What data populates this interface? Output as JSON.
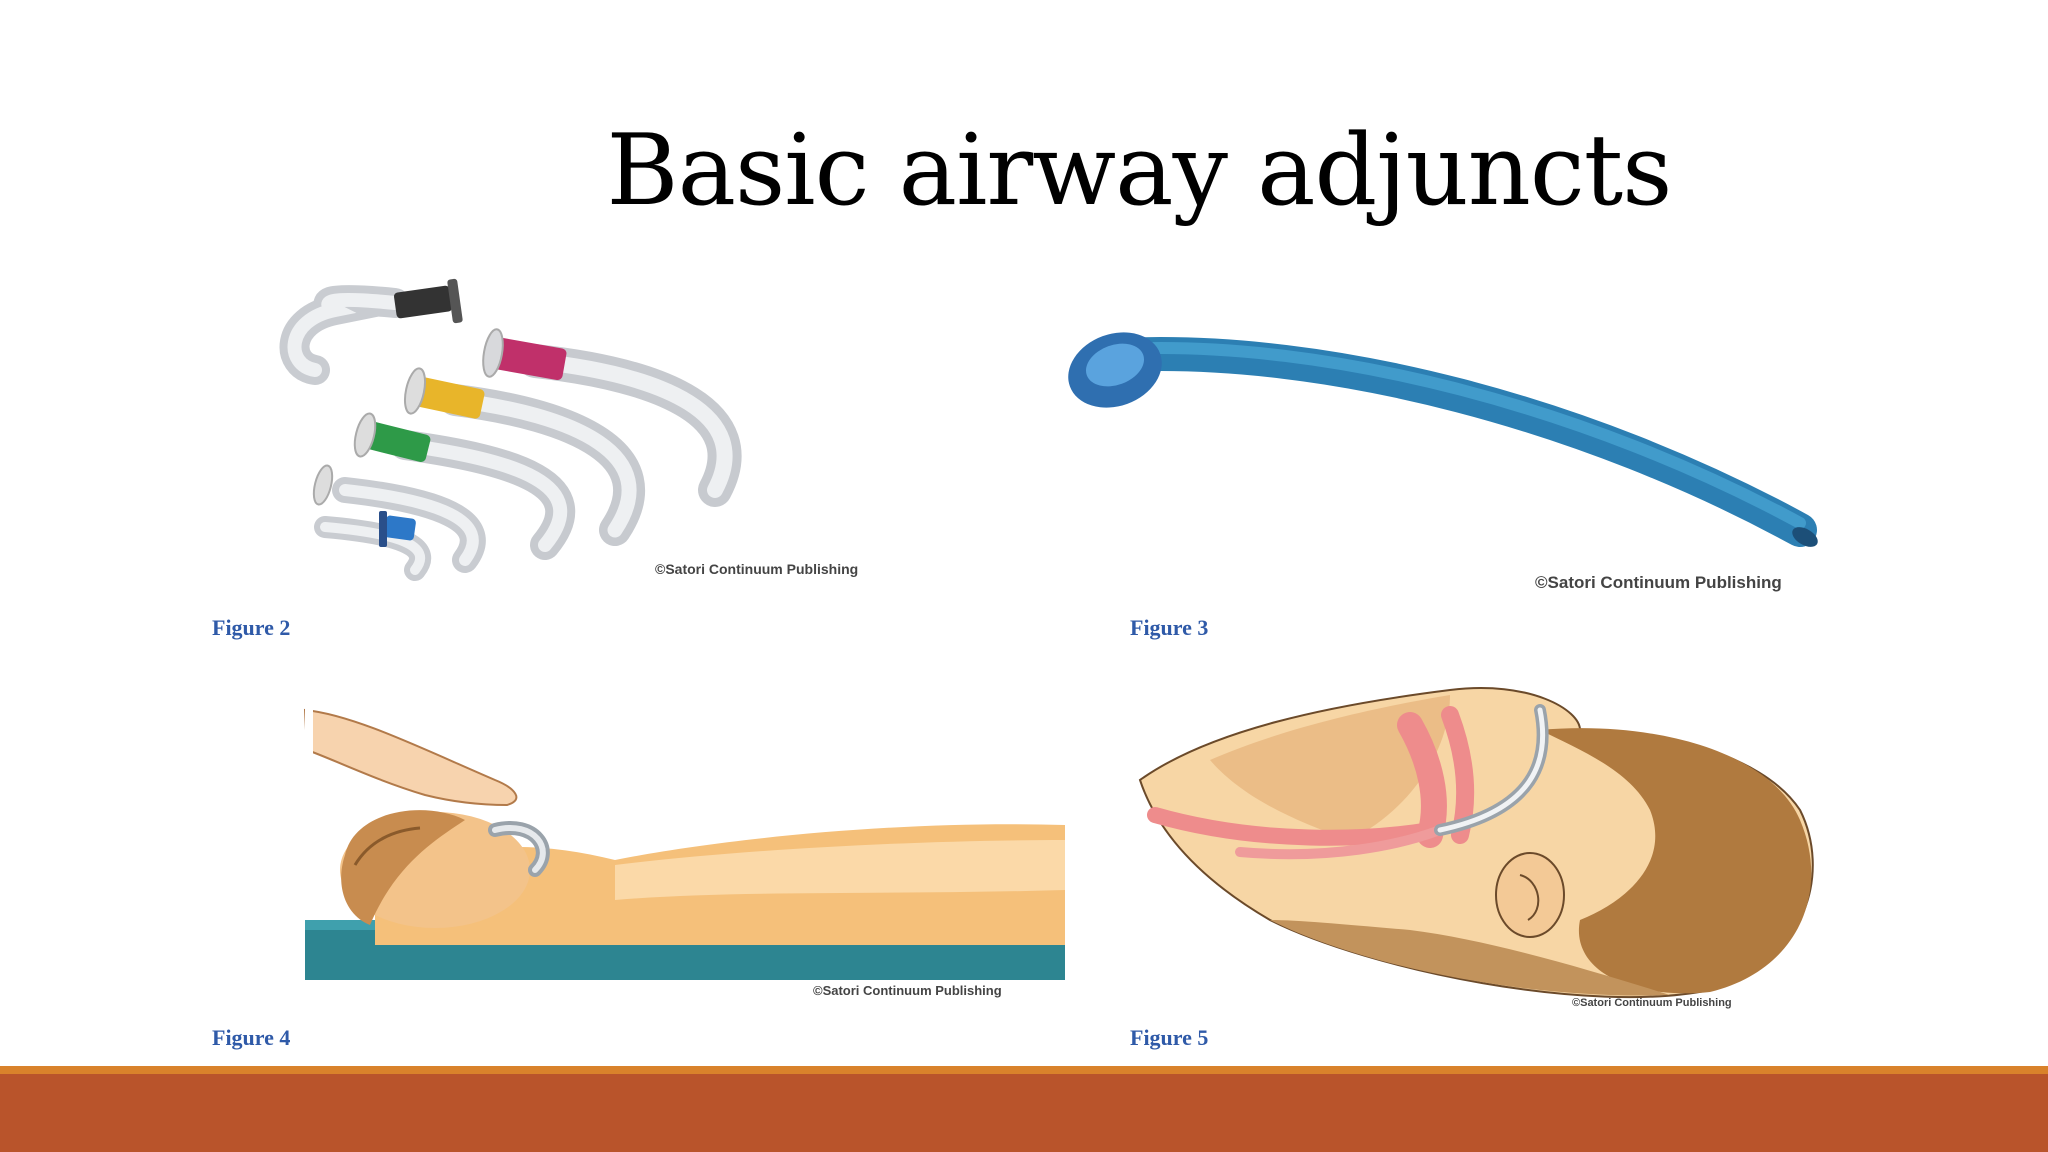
{
  "slide": {
    "title": "Basic airway adjuncts"
  },
  "figures": [
    {
      "caption": "Figure 2",
      "credit": "©Satori Continuum Publishing",
      "depicts": "oropharyngeal-airways"
    },
    {
      "caption": "Figure 3",
      "credit": "©Satori Continuum Publishing",
      "depicts": "nasopharyngeal-airway"
    },
    {
      "caption": "Figure 4",
      "credit": "©Satori Continuum Publishing",
      "depicts": "oral-airway-insertion"
    },
    {
      "caption": "Figure 5",
      "credit": "©Satori Continuum Publishing",
      "depicts": "nasal-airway-in-place"
    }
  ],
  "colors": {
    "footer_bar": "#b9542b",
    "footer_accent": "#d9822b",
    "caption": "#2f5aa8"
  }
}
